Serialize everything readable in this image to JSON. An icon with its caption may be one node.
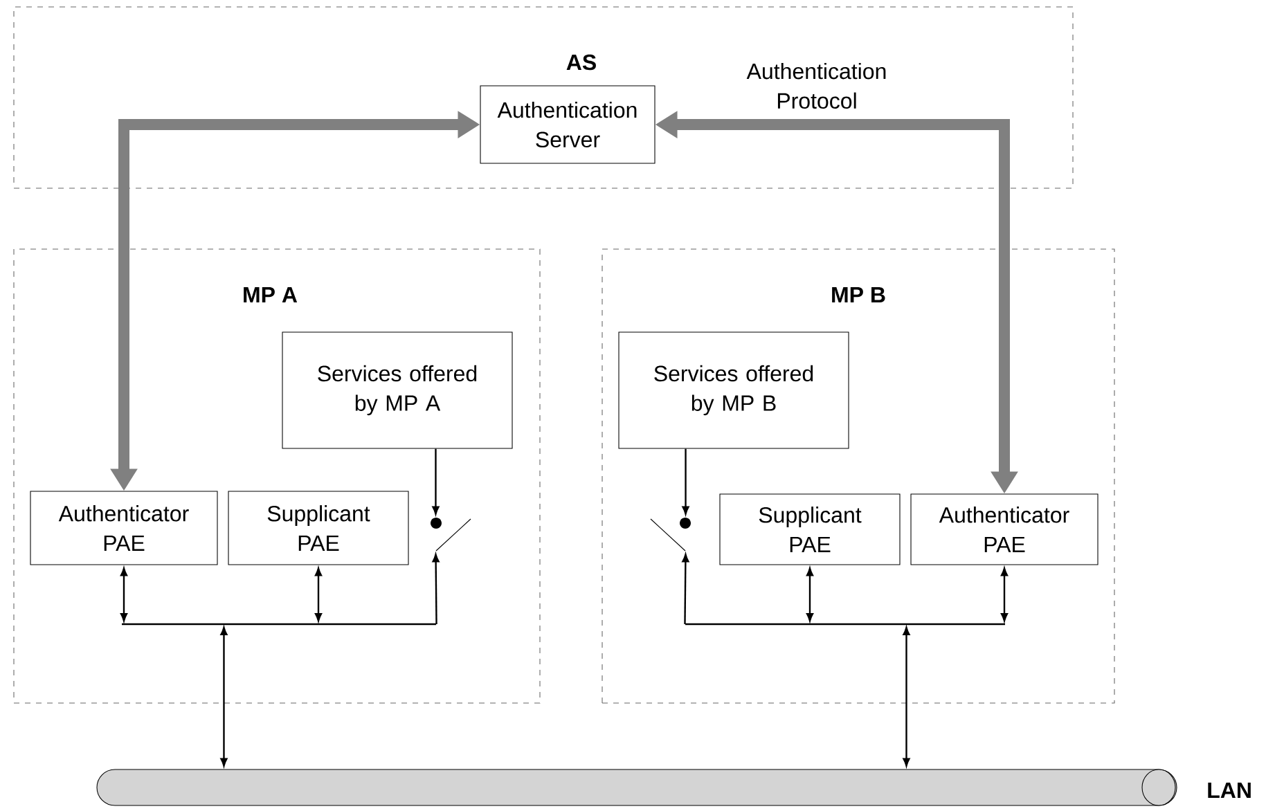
{
  "diagram": {
    "nodes": [
      {
        "text": [
          "AS"
        ]
      },
      {
        "text": [
          "Authentication Server"
        ],
        "in": 0
      },
      {
        "text": [
          "MP A"
        ]
      },
      {
        "text": [
          "Services offered by MP A"
        ],
        "in": 2
      },
      {
        "text": [
          "Authenticator PAE"
        ],
        "in": 2
      },
      {
        "text": [
          "Supplicant PAE"
        ],
        "in": 2
      },
      {
        "text": [],
        "shape": "switch",
        "in": 2
      },
      {
        "text": [],
        "shape": "bar",
        "in": 2
      },
      {
        "text": [
          "MP B"
        ]
      },
      {
        "text": [
          "Services offered by MP B"
        ],
        "in": 8
      },
      {
        "text": [],
        "shape": "switch",
        "in": 8
      },
      {
        "text": [
          "Supplicant PAE"
        ],
        "in": 8
      },
      {
        "text": [
          "Authenticator PAE"
        ],
        "in": 8
      },
      {
        "text": [],
        "shape": "bar",
        "in": 8
      },
      {
        "text": [],
        "shape": "cylinder",
        "beside": [
          "LAN"
        ]
      }
    ],
    "edges": [
      {
        "from": 1,
        "to": 4,
        "arrow": "both",
        "style": "thick",
        "color": "#808080"
      },
      {
        "from": 1,
        "to": 12,
        "arrow": "both",
        "style": "thick",
        "color": "#808080",
        "label": "Authentication Protocol"
      },
      {
        "from": 3,
        "to": 6,
        "arrow": "to"
      },
      {
        "from": 4,
        "to": 7,
        "arrow": "both"
      },
      {
        "from": 5,
        "to": 7,
        "arrow": "both"
      },
      {
        "from": 7,
        "to": 6,
        "arrow": "to"
      },
      {
        "from": 14,
        "to": 7,
        "arrow": "both"
      },
      {
        "from": 9,
        "to": 10,
        "arrow": "to"
      },
      {
        "from": 11,
        "to": 13,
        "arrow": "both"
      },
      {
        "from": 12,
        "to": 13,
        "arrow": "both"
      },
      {
        "from": 13,
        "to": 10,
        "arrow": "to"
      },
      {
        "from": 14,
        "to": 13,
        "arrow": "both"
      }
    ]
  }
}
